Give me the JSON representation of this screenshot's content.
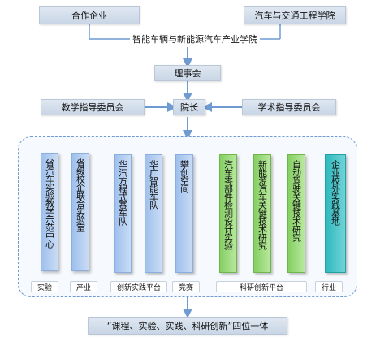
{
  "top": {
    "partner": "合作企业",
    "school": "汽车与交通工程学院",
    "institute": "智能车辆与新能源汽车产业学院",
    "council": "理事会",
    "teaching_committee": "教学指导委员会",
    "dean": "院长",
    "academic_committee": "学术指导委员会"
  },
  "columns": [
    {
      "text": "省汽车实验教学示范中心",
      "color": "blue"
    },
    {
      "text": "省级校企联合实验室",
      "color": "blue"
    },
    {
      "text": "华汽方程式赛车队",
      "color": "blue"
    },
    {
      "text": "华广智能车队",
      "color": "blue"
    },
    {
      "text": "攀创空间",
      "color": "blue"
    },
    {
      "text": "汽车零部件检测设计实验",
      "color": "green"
    },
    {
      "text": "新能源汽车关键技术研究",
      "color": "green"
    },
    {
      "text": "自动驾驶关键技术研究",
      "color": "green"
    },
    {
      "text": "企业校外实践基地",
      "color": "teal"
    }
  ],
  "categories": {
    "experiment": "实验",
    "industry": "产业",
    "innovation_platform": "创新实践平台",
    "competition": "竞赛",
    "research_platform": "科研创新平台",
    "sector": "行业"
  },
  "bottom": "“课程、实验、实践、科研创新”四位一体"
}
